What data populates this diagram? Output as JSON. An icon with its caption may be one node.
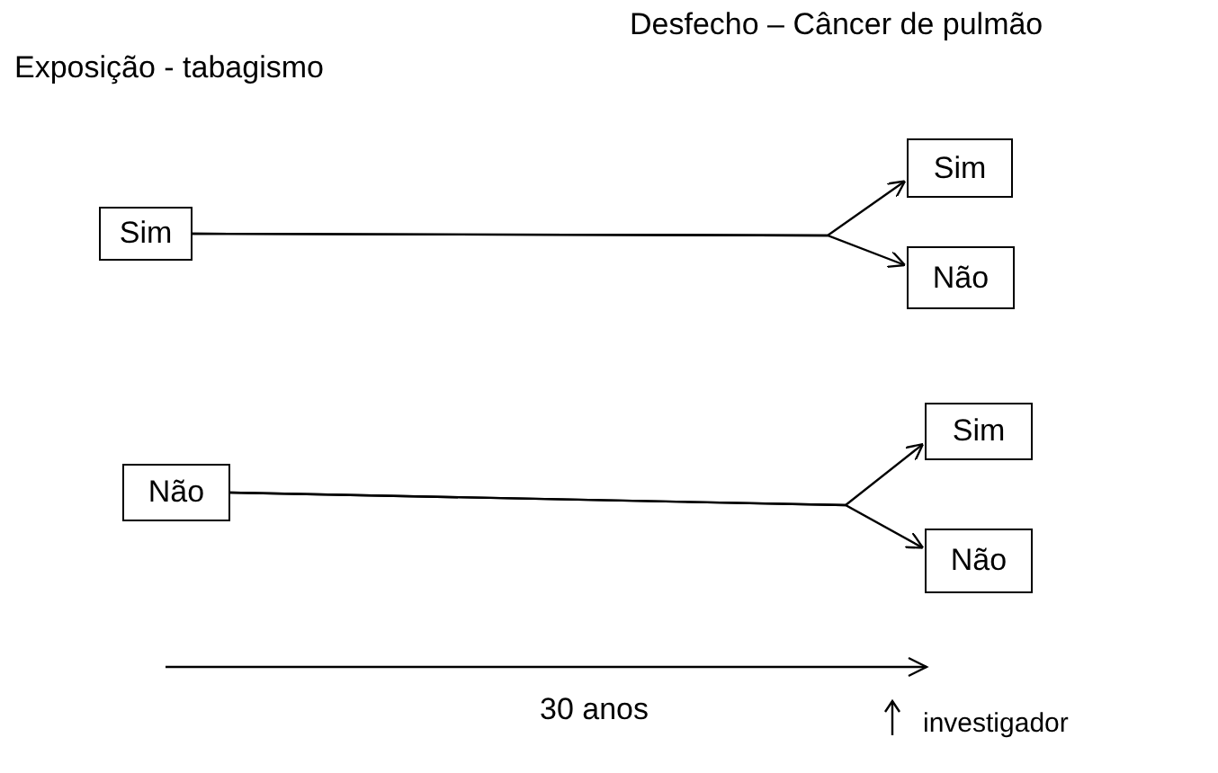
{
  "diagram": {
    "nodes": [
      {
        "text": [
          "Sim"
        ]
      },
      {
        "text": [
          "Sim"
        ]
      },
      {
        "text": [
          "Não"
        ]
      },
      {
        "text": [
          "Não"
        ]
      },
      {
        "text": [
          "Sim"
        ]
      },
      {
        "text": [
          "Não"
        ]
      }
    ],
    "edges": [
      {
        "from": 0,
        "to": 1,
        "arrow": "to"
      },
      {
        "from": 0,
        "to": 2,
        "arrow": "to"
      },
      {
        "from": 3,
        "to": 4,
        "arrow": "to"
      },
      {
        "from": 3,
        "to": 5,
        "arrow": "to"
      }
    ],
    "labels": [
      "Exposição - tabagismo",
      "Desfecho – Câncer de pulmão",
      "30 anos",
      "investigador"
    ]
  }
}
